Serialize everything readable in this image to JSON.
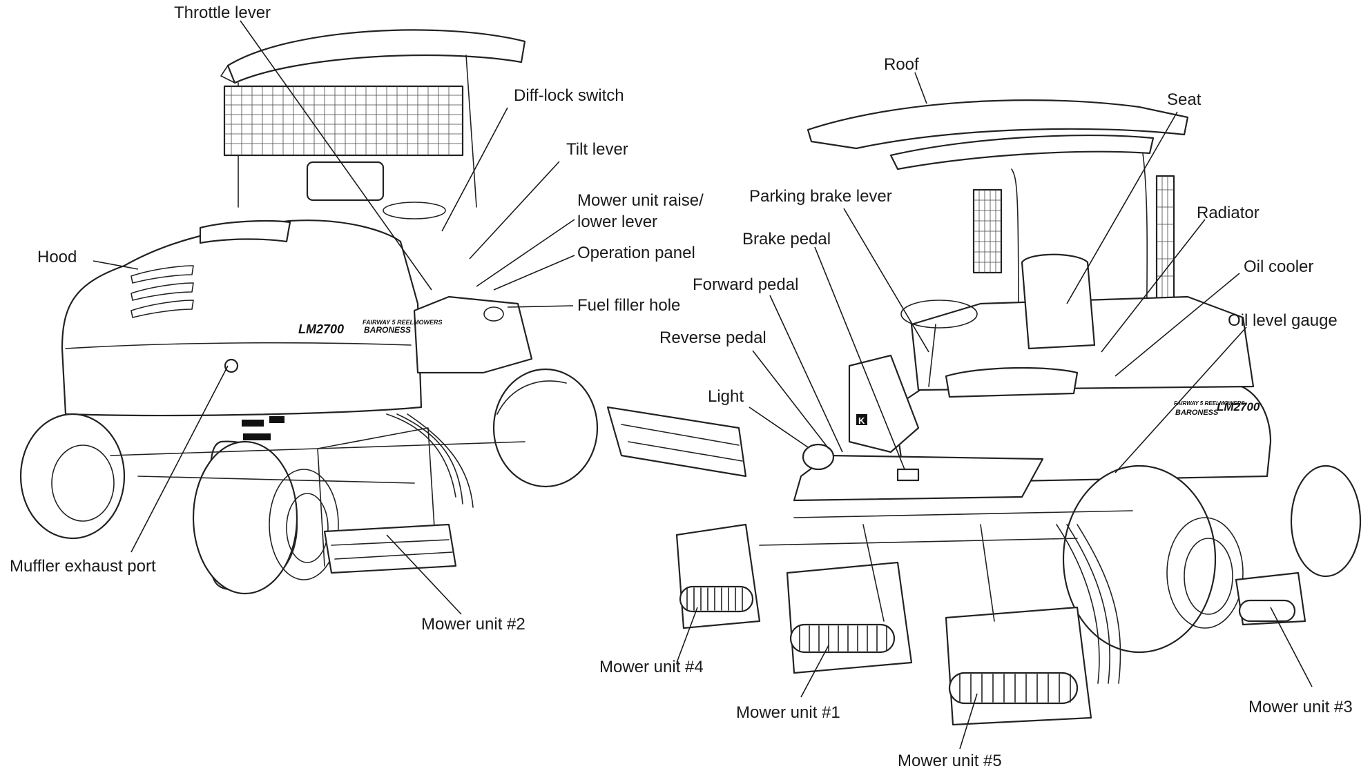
{
  "labels": {
    "throttle_lever": "Throttle lever",
    "diff_lock_switch": "Diff-lock switch",
    "tilt_lever": "Tilt lever",
    "mower_raise_lower_1": "Mower unit raise/",
    "mower_raise_lower_2": "lower lever",
    "hood": "Hood",
    "operation_panel": "Operation panel",
    "fuel_filler_hole": "Fuel filler hole",
    "muffler_exhaust_port": "Muffler exhaust port",
    "mower_unit_2": "Mower unit #2",
    "roof": "Roof",
    "seat": "Seat",
    "parking_brake_lever": "Parking brake lever",
    "radiator": "Radiator",
    "brake_pedal": "Brake pedal",
    "oil_cooler": "Oil cooler",
    "forward_pedal": "Forward pedal",
    "oil_level_gauge": "Oil level gauge",
    "reverse_pedal": "Reverse pedal",
    "light": "Light",
    "mower_unit_4": "Mower unit #4",
    "mower_unit_1": "Mower unit #1",
    "mower_unit_3": "Mower unit #3",
    "mower_unit_5": "Mower unit #5"
  },
  "decals": {
    "model": "LM2700",
    "series": "FAIRWAY 5 REELMOWERS",
    "brand": "BARONESS",
    "badge": "K"
  }
}
